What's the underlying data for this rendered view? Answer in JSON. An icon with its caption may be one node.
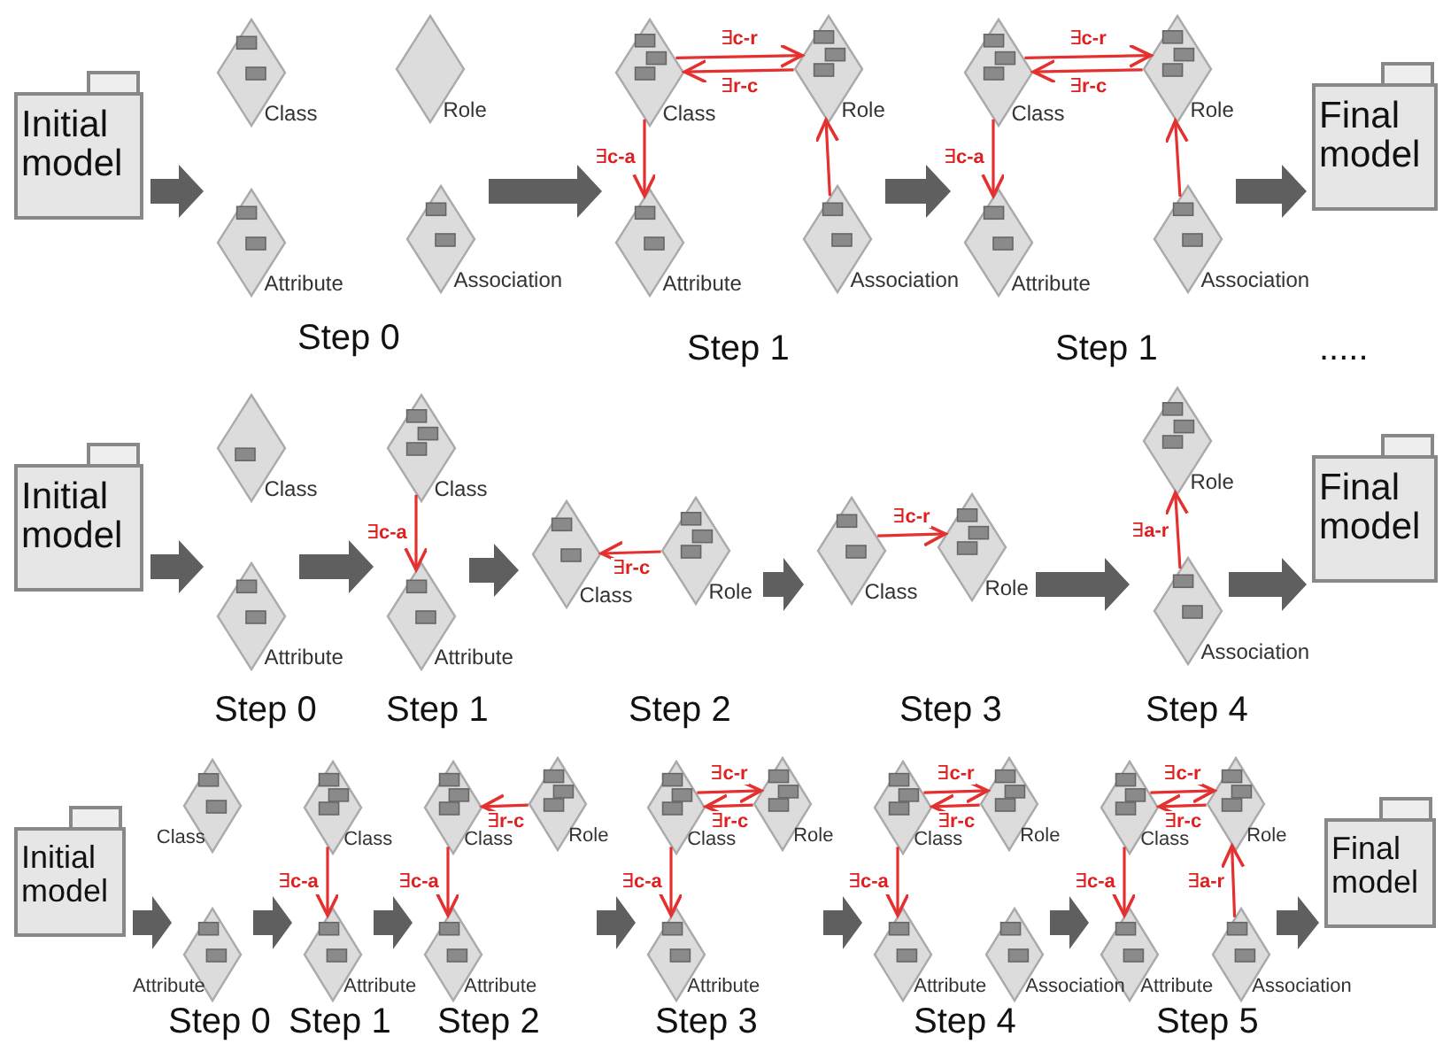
{
  "diagram": {
    "nodes": [
      {
        "text": [
          "Initial model"
        ]
      },
      {
        "text": [
          "Step 0"
        ]
      },
      {
        "text": [
          "Class"
        ],
        "in": 1
      },
      {
        "text": [
          "Role"
        ],
        "in": 1
      },
      {
        "text": [
          "Attribute"
        ],
        "in": 1
      },
      {
        "text": [
          "Association"
        ],
        "in": 1
      },
      {
        "text": [
          "Step 1"
        ]
      },
      {
        "text": [
          "Class"
        ],
        "in": 6
      },
      {
        "text": [
          "Role"
        ],
        "in": 6
      },
      {
        "text": [
          "Attribute"
        ],
        "in": 6
      },
      {
        "text": [
          "Association"
        ],
        "in": 6
      },
      {
        "text": [
          "Step 1"
        ]
      },
      {
        "text": [
          "Class"
        ],
        "in": 11
      },
      {
        "text": [
          "Role"
        ],
        "in": 11
      },
      {
        "text": [
          "Attribute"
        ],
        "in": 11
      },
      {
        "text": [
          "Association"
        ],
        "in": 11
      },
      {
        "text": [
          "Final model"
        ]
      },
      {
        "text": [
          "Initial model"
        ]
      },
      {
        "text": [
          "Step 0"
        ]
      },
      {
        "text": [
          "Class"
        ],
        "in": 18
      },
      {
        "text": [
          "Attribute"
        ],
        "in": 18
      },
      {
        "text": [
          "Step 1"
        ]
      },
      {
        "text": [
          "Class"
        ],
        "in": 21
      },
      {
        "text": [
          "Attribute"
        ],
        "in": 21
      },
      {
        "text": [
          "Step 2"
        ]
      },
      {
        "text": [
          "Class"
        ],
        "in": 24
      },
      {
        "text": [
          "Role"
        ],
        "in": 24
      },
      {
        "text": [
          "Step 3"
        ]
      },
      {
        "text": [
          "Class"
        ],
        "in": 27
      },
      {
        "text": [
          "Role"
        ],
        "in": 27
      },
      {
        "text": [
          "Step 4"
        ]
      },
      {
        "text": [
          "Role"
        ],
        "in": 30
      },
      {
        "text": [
          "Association"
        ],
        "in": 30
      },
      {
        "text": [
          "Final model"
        ]
      },
      {
        "text": [
          "Initial model"
        ]
      },
      {
        "text": [
          "Step 0"
        ]
      },
      {
        "text": [
          "Class"
        ],
        "in": 35
      },
      {
        "text": [
          "Attribute"
        ],
        "in": 35
      },
      {
        "text": [
          "Step 1"
        ]
      },
      {
        "text": [
          "Class"
        ],
        "in": 38
      },
      {
        "text": [
          "Attribute"
        ],
        "in": 38
      },
      {
        "text": [
          "Step 2"
        ]
      },
      {
        "text": [
          "Class"
        ],
        "in": 41
      },
      {
        "text": [
          "Role"
        ],
        "in": 41
      },
      {
        "text": [
          "Attribute"
        ],
        "in": 41
      },
      {
        "text": [
          "Step 3"
        ]
      },
      {
        "text": [
          "Class"
        ],
        "in": 45
      },
      {
        "text": [
          "Role"
        ],
        "in": 45
      },
      {
        "text": [
          "Attribute"
        ],
        "in": 45
      },
      {
        "text": [
          "Step 4"
        ]
      },
      {
        "text": [
          "Class"
        ],
        "in": 49
      },
      {
        "text": [
          "Role"
        ],
        "in": 49
      },
      {
        "text": [
          "Attribute"
        ],
        "in": 49
      },
      {
        "text": [
          "Association"
        ],
        "in": 49
      },
      {
        "text": [
          "Step 5"
        ]
      },
      {
        "text": [
          "Class"
        ],
        "in": 54
      },
      {
        "text": [
          "Role"
        ],
        "in": 54
      },
      {
        "text": [
          "Attribute"
        ],
        "in": 54
      },
      {
        "text": [
          "Association"
        ],
        "in": 54
      },
      {
        "text": [
          "Final model"
        ]
      }
    ],
    "edges": [
      {
        "from": 0,
        "to": 1,
        "arrow": "to",
        "style": "thick",
        "color": "#5f5f5f"
      },
      {
        "from": 1,
        "to": 6,
        "arrow": "to",
        "style": "thick",
        "color": "#5f5f5f"
      },
      {
        "from": 7,
        "to": 8,
        "arrow": "to",
        "label": "∃**c-r**"
      },
      {
        "from": 8,
        "to": 7,
        "arrow": "to",
        "label": "∃**r-c**"
      },
      {
        "from": 7,
        "to": 9,
        "arrow": "to",
        "label": "∃**c-a**"
      },
      {
        "from": 10,
        "to": 8,
        "arrow": "to"
      },
      {
        "from": 6,
        "to": 11,
        "arrow": "to",
        "style": "thick",
        "color": "#5f5f5f"
      },
      {
        "from": 12,
        "to": 13,
        "arrow": "to",
        "label": "∃**c-r**"
      },
      {
        "from": 13,
        "to": 12,
        "arrow": "to",
        "label": "∃**r-c**"
      },
      {
        "from": 12,
        "to": 14,
        "arrow": "to",
        "label": "∃**c-a**"
      },
      {
        "from": 15,
        "to": 13,
        "arrow": "to"
      },
      {
        "from": 11,
        "to": 16,
        "arrow": "to",
        "style": "thick",
        "color": "#5f5f5f"
      },
      {
        "from": 17,
        "to": 18,
        "arrow": "to",
        "style": "thick",
        "color": "#5f5f5f"
      },
      {
        "from": 18,
        "to": 21,
        "arrow": "to",
        "style": "thick",
        "color": "#5f5f5f"
      },
      {
        "from": 22,
        "to": 23,
        "arrow": "to",
        "label": "∃**c-a**"
      },
      {
        "from": 21,
        "to": 24,
        "arrow": "to",
        "style": "thick",
        "color": "#5f5f5f"
      },
      {
        "from": 26,
        "to": 25,
        "arrow": "to",
        "label": "∃**r-c**"
      },
      {
        "from": 24,
        "to": 27,
        "arrow": "to",
        "style": "thick",
        "color": "#5f5f5f"
      },
      {
        "from": 28,
        "to": 29,
        "arrow": "to",
        "label": "∃**c-r**"
      },
      {
        "from": 27,
        "to": 30,
        "arrow": "to",
        "style": "thick",
        "color": "#5f5f5f"
      },
      {
        "from": 32,
        "to": 31,
        "arrow": "to",
        "label": "∃**a-r**"
      },
      {
        "from": 30,
        "to": 33,
        "arrow": "to",
        "style": "thick",
        "color": "#5f5f5f"
      },
      {
        "from": 34,
        "to": 35,
        "arrow": "to",
        "style": "thick",
        "color": "#5f5f5f"
      },
      {
        "from": 35,
        "to": 38,
        "arrow": "to",
        "style": "thick",
        "color": "#5f5f5f"
      },
      {
        "from": 39,
        "to": 40,
        "arrow": "to",
        "label": "∃**c-a**"
      },
      {
        "from": 38,
        "to": 41,
        "arrow": "to",
        "style": "thick",
        "color": "#5f5f5f"
      },
      {
        "from": 43,
        "to": 42,
        "arrow": "to",
        "label": "∃**r-c**"
      },
      {
        "from": 42,
        "to": 44,
        "arrow": "to",
        "label": "∃**c-a**"
      },
      {
        "from": 41,
        "to": 45,
        "arrow": "to",
        "style": "thick",
        "color": "#5f5f5f"
      },
      {
        "from": 46,
        "to": 47,
        "arrow": "to",
        "label": "∃**c-r**"
      },
      {
        "from": 47,
        "to": 46,
        "arrow": "to",
        "label": "∃**r-c**"
      },
      {
        "from": 46,
        "to": 48,
        "arrow": "to",
        "label": "∃**c-a**"
      },
      {
        "from": 45,
        "to": 49,
        "arrow": "to",
        "style": "thick",
        "color": "#5f5f5f"
      },
      {
        "from": 50,
        "to": 51,
        "arrow": "to",
        "label": "∃**c-r**"
      },
      {
        "from": 51,
        "to": 50,
        "arrow": "to",
        "label": "∃**r-c**"
      },
      {
        "from": 50,
        "to": 52,
        "arrow": "to",
        "label": "∃**c-a**"
      },
      {
        "from": 49,
        "to": 54,
        "arrow": "to",
        "style": "thick",
        "color": "#5f5f5f"
      },
      {
        "from": 55,
        "to": 56,
        "arrow": "to",
        "label": "∃**c-r**"
      },
      {
        "from": 56,
        "to": 55,
        "arrow": "to",
        "label": "∃**r-c**"
      },
      {
        "from": 55,
        "to": 57,
        "arrow": "to",
        "label": "∃**c-a**"
      },
      {
        "from": 58,
        "to": 56,
        "arrow": "to",
        "label": "∃**a-r**"
      },
      {
        "from": 54,
        "to": 59,
        "arrow": "to",
        "style": "thick",
        "color": "#5f5f5f"
      }
    ],
    "labels": [
      "....."
    ]
  }
}
